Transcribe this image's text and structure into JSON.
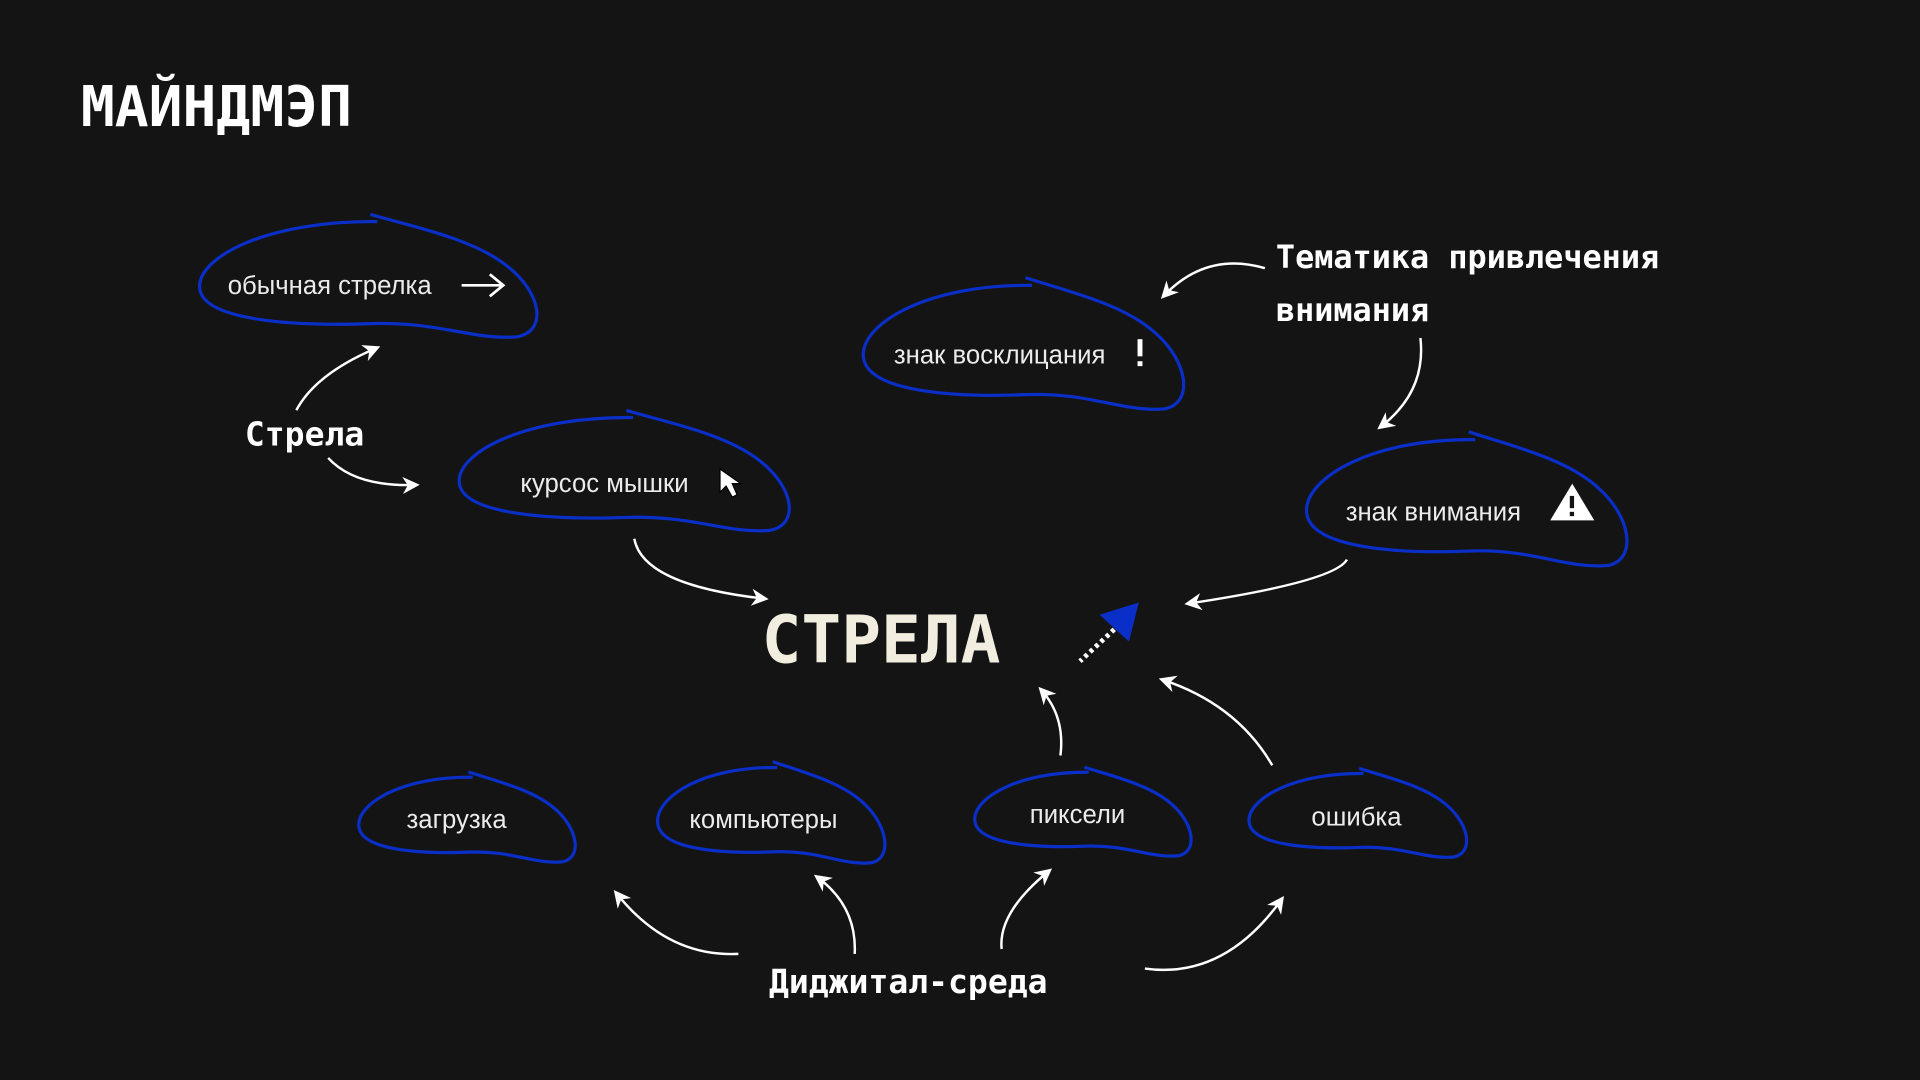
{
  "title": "МАЙНДМЭП",
  "center": "СТРЕЛА",
  "groups": {
    "arrow": "Стрела",
    "attention_line1": "Тематика привлечения",
    "attention_line2": "внимания",
    "digital": "Диджитал-среда"
  },
  "nodes": {
    "regular_arrow": "обычная стрелка",
    "mouse_cursor": "курсос мышки",
    "exclamation": "знак восклицания",
    "warning": "знак внимания",
    "loading": "загрузка",
    "computers": "компьютеры",
    "pixels": "пиксели",
    "error": "ошибка"
  },
  "icons": {
    "regular_arrow": "right-arrow-icon",
    "mouse_cursor": "cursor-icon",
    "exclamation": "exclamation-icon",
    "warning": "warning-triangle-icon",
    "center": "pixel-arrow-icon"
  },
  "colors": {
    "background": "#141414",
    "outline": "#0a2fc8",
    "center_text": "#f1eedf"
  }
}
